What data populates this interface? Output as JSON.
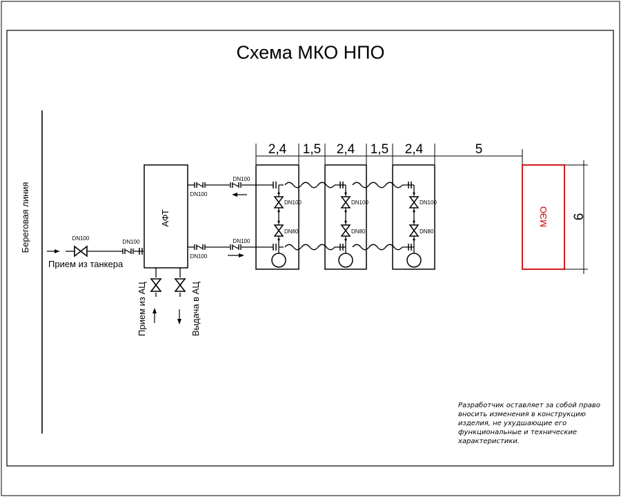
{
  "title": "Схема МКО НПО",
  "shoreline_label": "Береговая линия",
  "tanker_intake_label": "Прием из танкера",
  "aft_label": "АФТ",
  "ac_intake_label": "Прием из АЦ",
  "ac_output_label": "Выдача в АЦ",
  "meo_label": "МЭО",
  "pipe_labels": {
    "dn100": "DN100",
    "dn80": "DN80"
  },
  "dimensions": {
    "module_width": "2,4",
    "gap": "1,5",
    "meo_distance": "5",
    "meo_height": "6"
  },
  "note_lines": [
    "Разработчик оставляет за собой право",
    "вносить изменения в конструкцию",
    "изделия, не ухудшающие его",
    "функциональные и технические",
    "характеристики."
  ],
  "colors": {
    "line": "#000000",
    "meo": "#d00000"
  }
}
